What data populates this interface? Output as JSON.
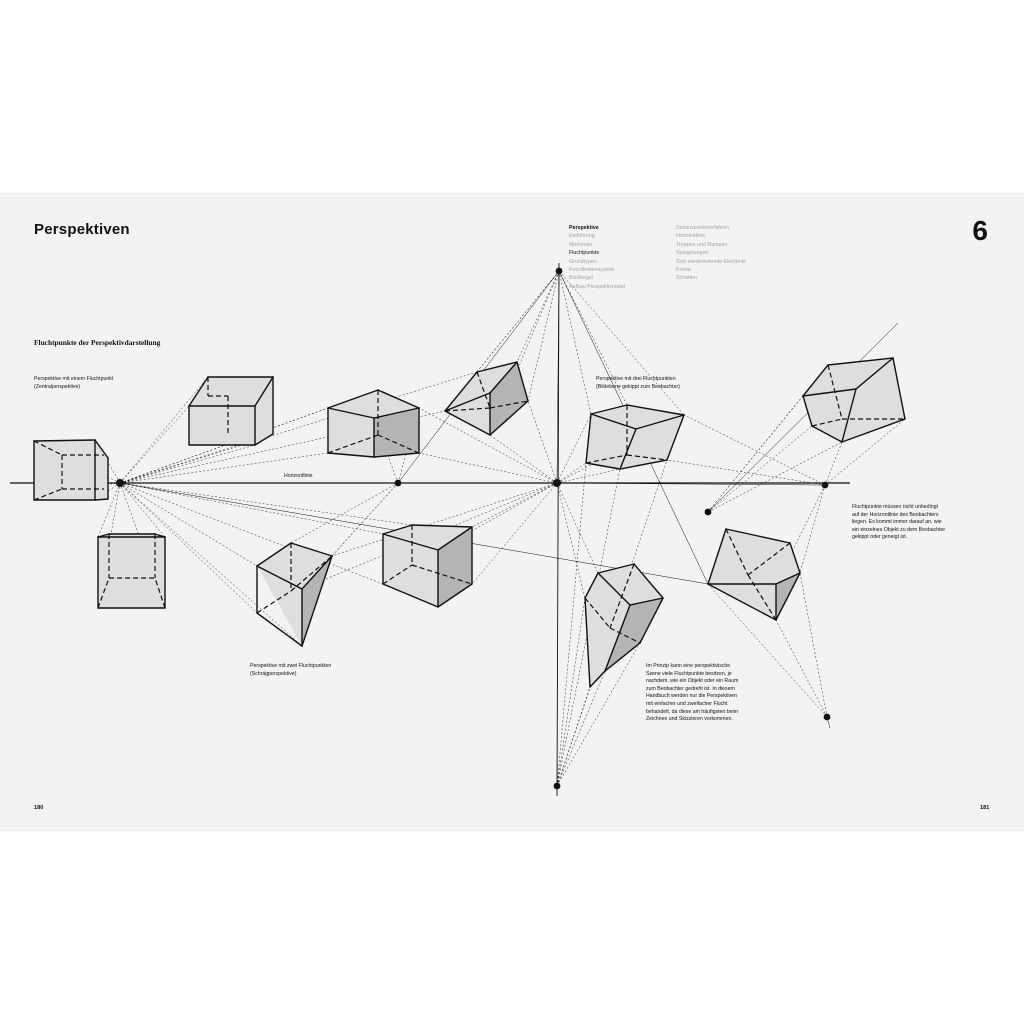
{
  "page": {
    "title": "Perspektiven",
    "chapter": "6",
    "page_left": "180",
    "page_right": "181"
  },
  "nav": {
    "col_a": [
      "Perspektive",
      "Einführung",
      "Merkmale",
      "Fluchtpunkte",
      "Grundtypen",
      "Koordinatensystem",
      "Blickkegel",
      "Aufbau Perspektivraster"
    ],
    "col_b": [
      "Distanzpunktverfahren",
      "Horizontlinie",
      "Treppen und Rampen",
      "Spiegelungen",
      "Sich wiederholende Elemente",
      "Kreise",
      "Schatten"
    ]
  },
  "content": {
    "heading": "Fluchtpunkte der Perspektivdarstellung",
    "cap_one_point": "Perspektive mit einem Fluchtpunkt\n(Zentralperspektive)",
    "cap_two_point": "Perspektive mit zwei Fluchtpunkten\n(Schrägperspektive)",
    "cap_three_point": "Perspektive mit drei Fluchtpunkten\n(Bildebene gekippt zum Beobachter)",
    "horizon_label": "Horizontlinie",
    "note_right": "Fluchtpunkte müssen nicht unbedingt\nauf der Horizontlinie des Beobachters\nliegen. Es kommt immer darauf an, wie\nein einzelnes Objekt zu dem Beobachter\ngekippt oder geneigt ist.",
    "note_bottom": "Im Prinzip kann eine perspektivische\nSzene viele Fluchtpunkte besitzen, je\nnachdem, wie ein Objekt oder ein Raum\nzum Beobachter gedreht ist. In diesem\nHandbuch werden nur die Perspektiven\nmit einfacher und zweifacher Flucht\nbehandelt, da diese am häufigsten beim\nZeichnen und Skizzieren vorkommen."
  },
  "colors": {
    "ink": "#111111",
    "face_light": "#dedede",
    "face_dark": "#b4b4b4",
    "paper": "#f3f3f3"
  }
}
